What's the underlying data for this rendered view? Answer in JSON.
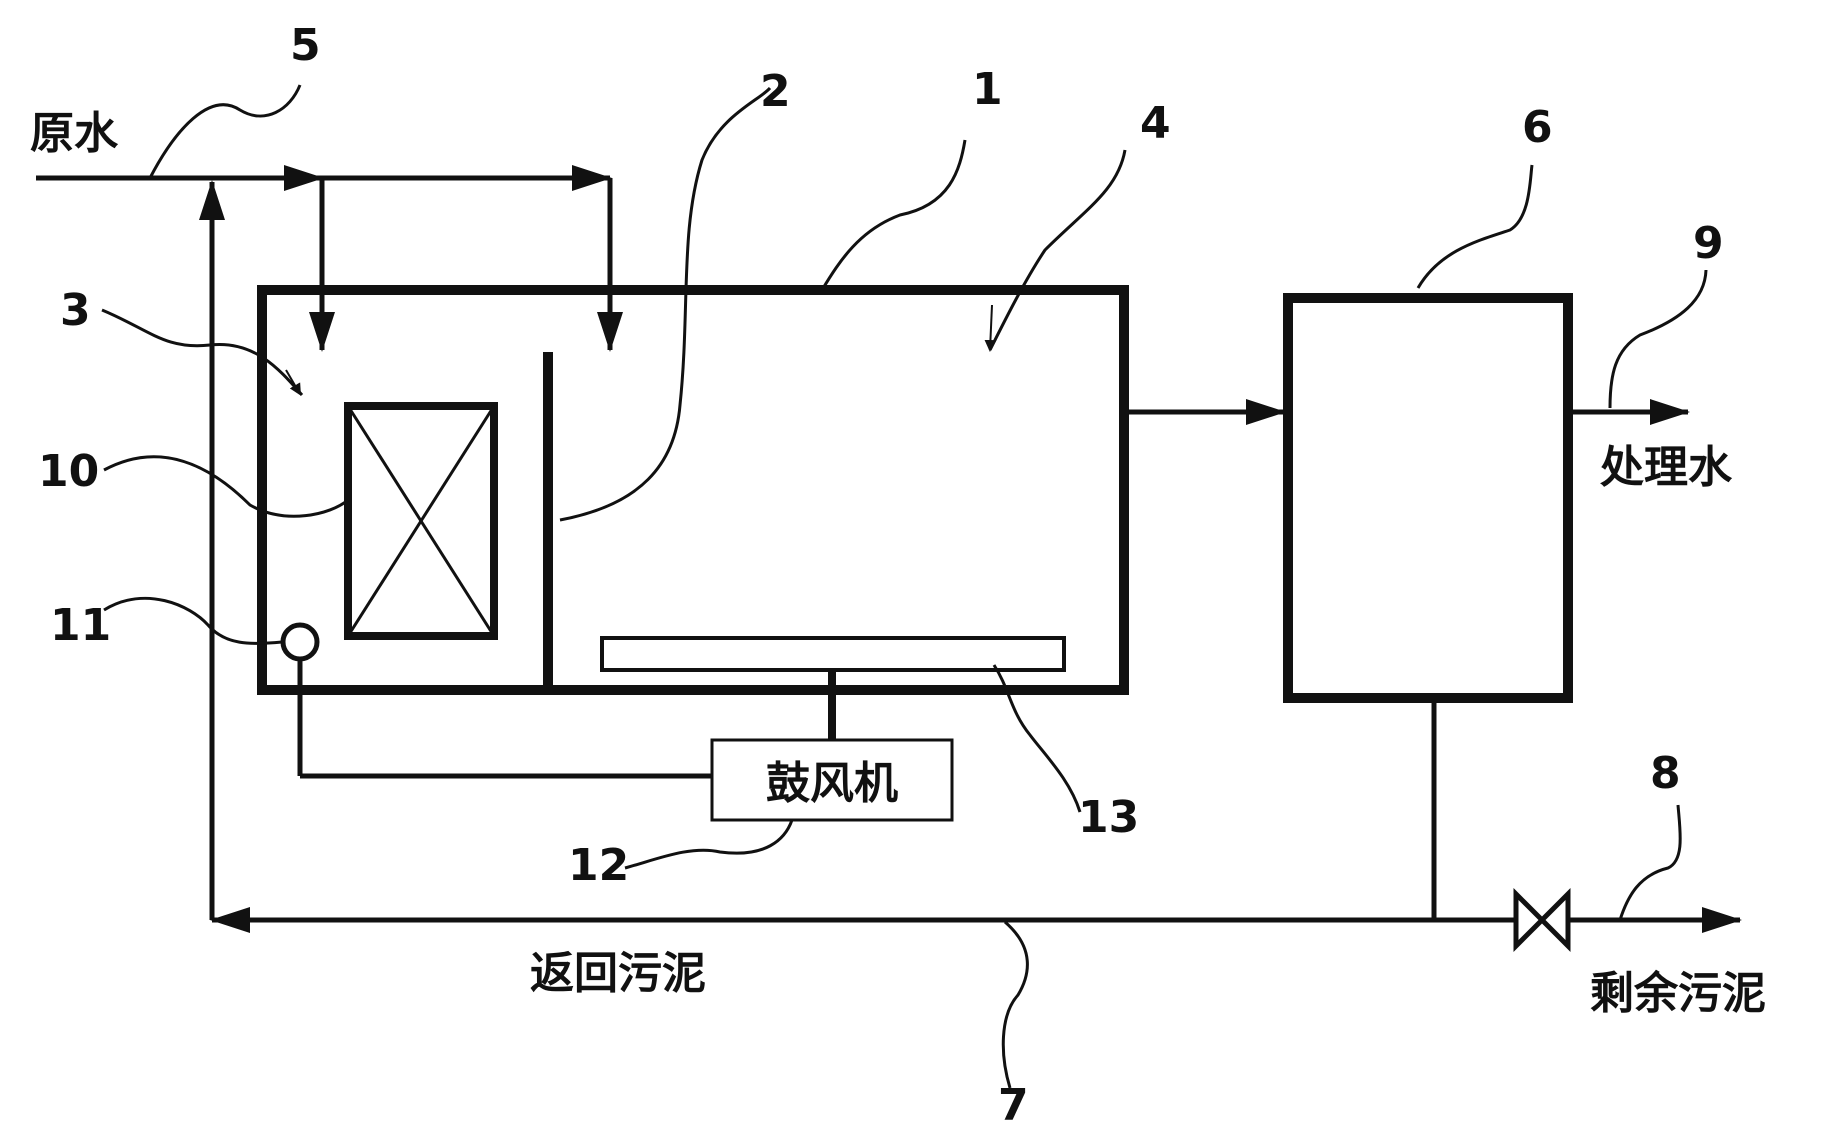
{
  "diagram": {
    "labels": {
      "raw_water": "原水",
      "treated_water": "处理水",
      "return_sludge": "返回污泥",
      "excess_sludge": "剩余污泥",
      "blower": "鼓风机"
    },
    "reference_numbers": {
      "tank": "1",
      "partition": "2",
      "membrane_zone": "3",
      "aeration_zone": "4",
      "raw_water_line": "5",
      "settling_tank": "6",
      "return_line": "7",
      "excess_line": "8",
      "treated_line": "9",
      "membrane_unit": "10",
      "diffuser": "11",
      "blower": "12",
      "aeration_pipe": "13"
    },
    "colors": {
      "line": "#111111",
      "background": "#ffffff"
    }
  }
}
